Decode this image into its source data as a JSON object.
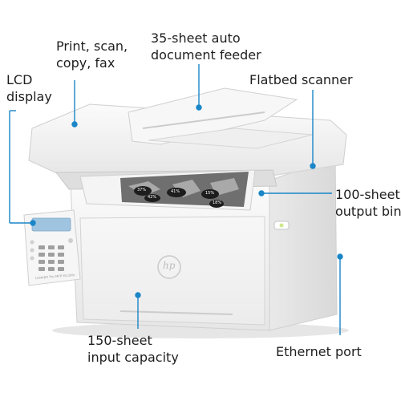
{
  "callouts": {
    "print_scan": "Print, scan,\ncopy, fax",
    "adf": "35-sheet auto\ndocument feeder",
    "lcd": "LCD\ndisplay",
    "flatbed": "Flatbed scanner",
    "output_bin": "100-sheet\noutput bin",
    "input_capacity": "150-sheet\ninput capacity",
    "ethernet": "Ethernet port"
  },
  "printer": {
    "brand_logo": "hp",
    "model_label": "LaserJet Pro MFP M130fn",
    "map_percentages": [
      "37%",
      "41%",
      "42%",
      "15%",
      "18%"
    ]
  },
  "colors": {
    "callout_line": "#1a86c8",
    "body": "#f2f2f2",
    "shadow": "#d8d8d8",
    "lcd_screen": "#9fc4e0"
  }
}
